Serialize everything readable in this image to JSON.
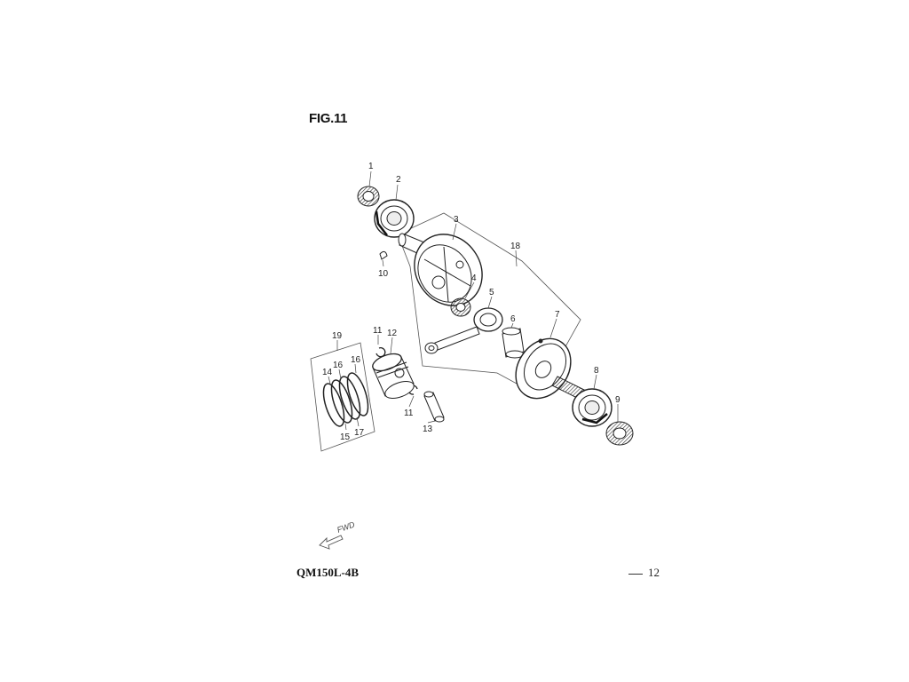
{
  "figure": {
    "title": "FIG.11"
  },
  "footer": {
    "model": "QM150L-4B",
    "page": "12"
  },
  "direction": {
    "label": "FWD"
  },
  "callouts": [
    {
      "id": "c1",
      "text": "1"
    },
    {
      "id": "c2",
      "text": "2"
    },
    {
      "id": "c3",
      "text": "3"
    },
    {
      "id": "c4",
      "text": "4"
    },
    {
      "id": "c5",
      "text": "5"
    },
    {
      "id": "c6",
      "text": "6"
    },
    {
      "id": "c7",
      "text": "7"
    },
    {
      "id": "c8",
      "text": "8"
    },
    {
      "id": "c9",
      "text": "9"
    },
    {
      "id": "c10",
      "text": "10"
    },
    {
      "id": "c11a",
      "text": "11"
    },
    {
      "id": "c11b",
      "text": "11"
    },
    {
      "id": "c12",
      "text": "12"
    },
    {
      "id": "c13",
      "text": "13"
    },
    {
      "id": "c14",
      "text": "14"
    },
    {
      "id": "c15",
      "text": "15"
    },
    {
      "id": "c16a",
      "text": "16"
    },
    {
      "id": "c16b",
      "text": "16"
    },
    {
      "id": "c17",
      "text": "17"
    },
    {
      "id": "c18",
      "text": "18"
    },
    {
      "id": "c19",
      "text": "19"
    }
  ]
}
